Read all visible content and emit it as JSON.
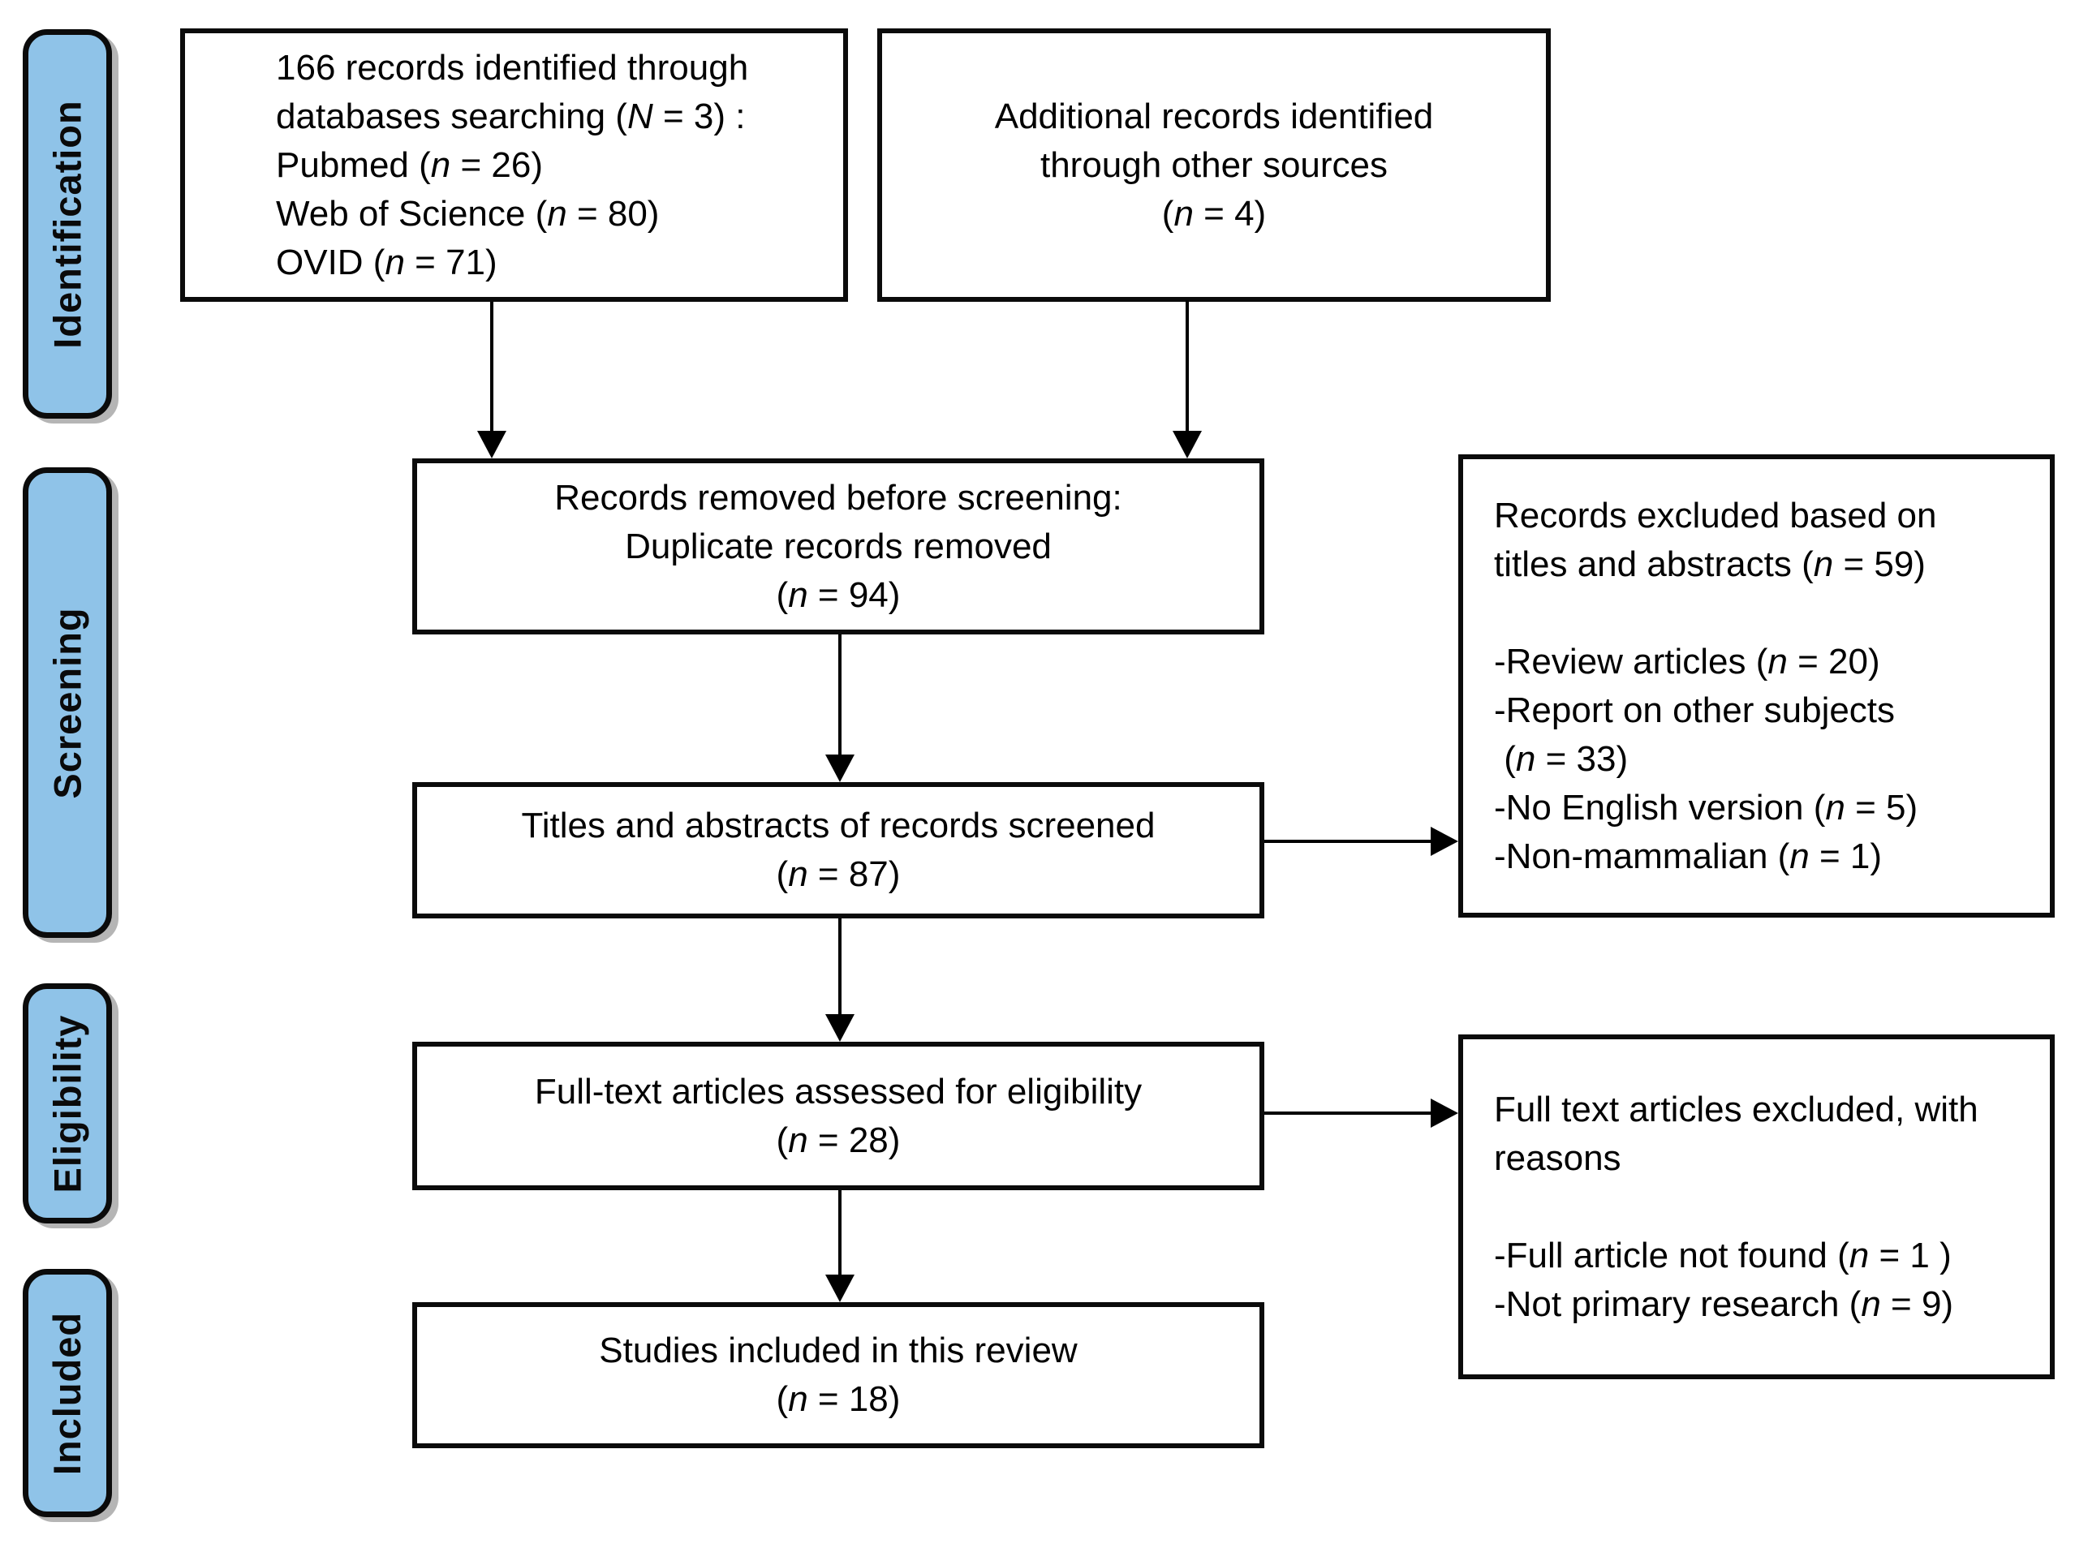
{
  "diagram": {
    "title": "PRISMA flow diagram",
    "colors": {
      "stage_fill": "#8FC3E8",
      "stage_border": "#000000",
      "box_border": "#000000",
      "arrow": "#000000",
      "background": "#FFFFFF"
    },
    "stages": [
      {
        "label": "Identification"
      },
      {
        "label": "Screening"
      },
      {
        "label": "Eligibility"
      },
      {
        "label": "Included"
      }
    ],
    "boxes": {
      "records_identified": {
        "lines": [
          "166 records identified through",
          "databases searching (N = 3) :",
          "Pubmed (n = 26)",
          "Web of Science (n = 80)",
          "OVID (n = 71)"
        ]
      },
      "additional_records": {
        "lines": [
          "Additional records identified",
          "through other sources",
          "(n = 4)"
        ]
      },
      "records_removed": {
        "lines": [
          "Records removed before screening:",
          "Duplicate records removed",
          "(n = 94)"
        ]
      },
      "titles_screened": {
        "lines": [
          "Titles and abstracts of records screened",
          "(n = 87)"
        ]
      },
      "records_excluded": {
        "lines": [
          "Records excluded based on",
          "titles and abstracts (n = 59)",
          "",
          "-Review articles (n = 20)",
          "-Report on other subjects",
          " (n = 33)",
          "-No English version (n = 5)",
          "-Non-mammalian (n = 1)"
        ]
      },
      "fulltext_assessed": {
        "lines": [
          "Full-text articles assessed for eligibility",
          "(n = 28)"
        ]
      },
      "fulltext_excluded": {
        "lines": [
          "Full text articles excluded, with",
          "reasons",
          "",
          "-Full article not found (n = 1 )",
          "-Not primary research (n = 9)"
        ]
      },
      "studies_included": {
        "lines": [
          "Studies included in this review",
          "(n = 18)"
        ]
      }
    }
  }
}
